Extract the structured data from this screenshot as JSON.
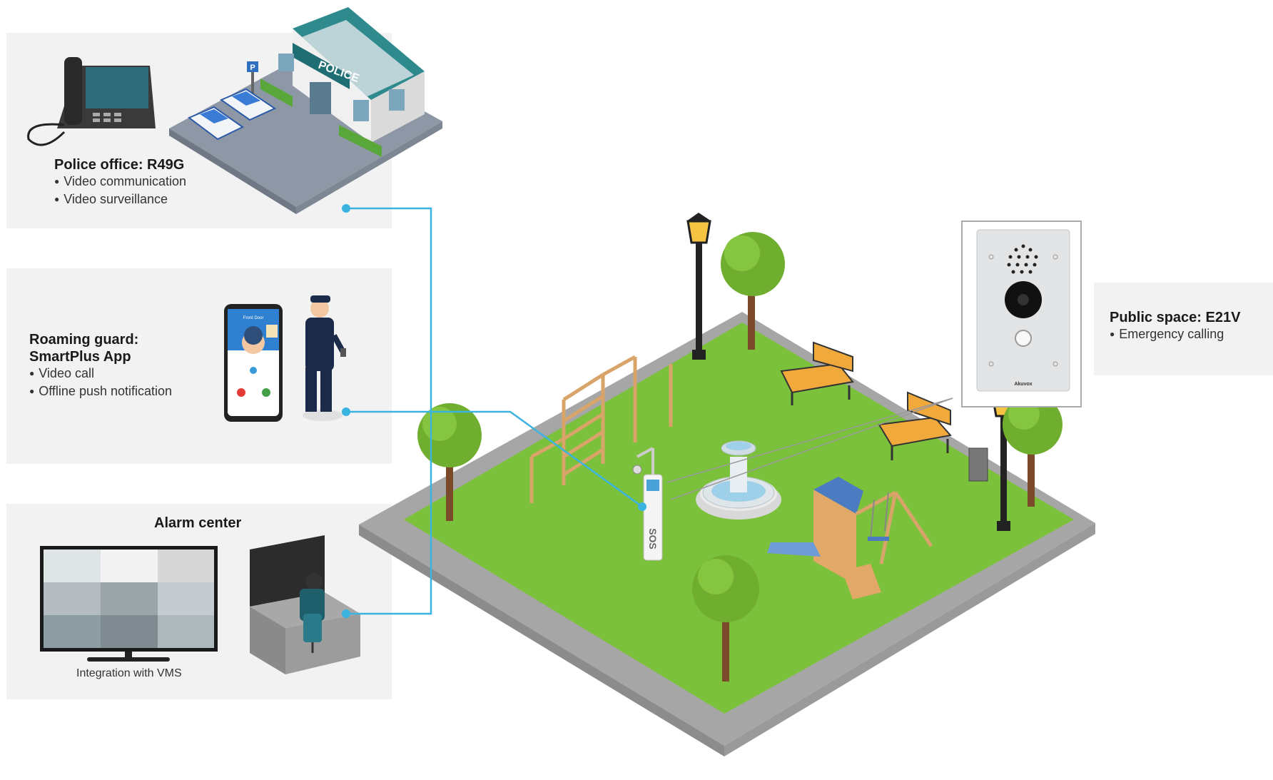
{
  "police": {
    "title": "Police office: R49G",
    "bullets": [
      "Video communication",
      "Video surveillance"
    ],
    "building_sign": "POLICE",
    "parking_sign": "P"
  },
  "guard": {
    "title_line1": "Roaming guard:",
    "title_line2": "SmartPlus App",
    "bullets": [
      "Video call",
      "Offline push notification"
    ],
    "phone_header": "Front Door"
  },
  "alarm": {
    "title": "Alarm center",
    "vms_caption": "Integration with VMS"
  },
  "public": {
    "title": "Public space: E21V",
    "bullets": [
      "Emergency calling"
    ],
    "device_brand": "Akuvox"
  },
  "sos_label": "SOS",
  "colors": {
    "connector": "#3bb3e0",
    "grass": "#7cc13b",
    "panel_bg": "#f2f2f2"
  }
}
